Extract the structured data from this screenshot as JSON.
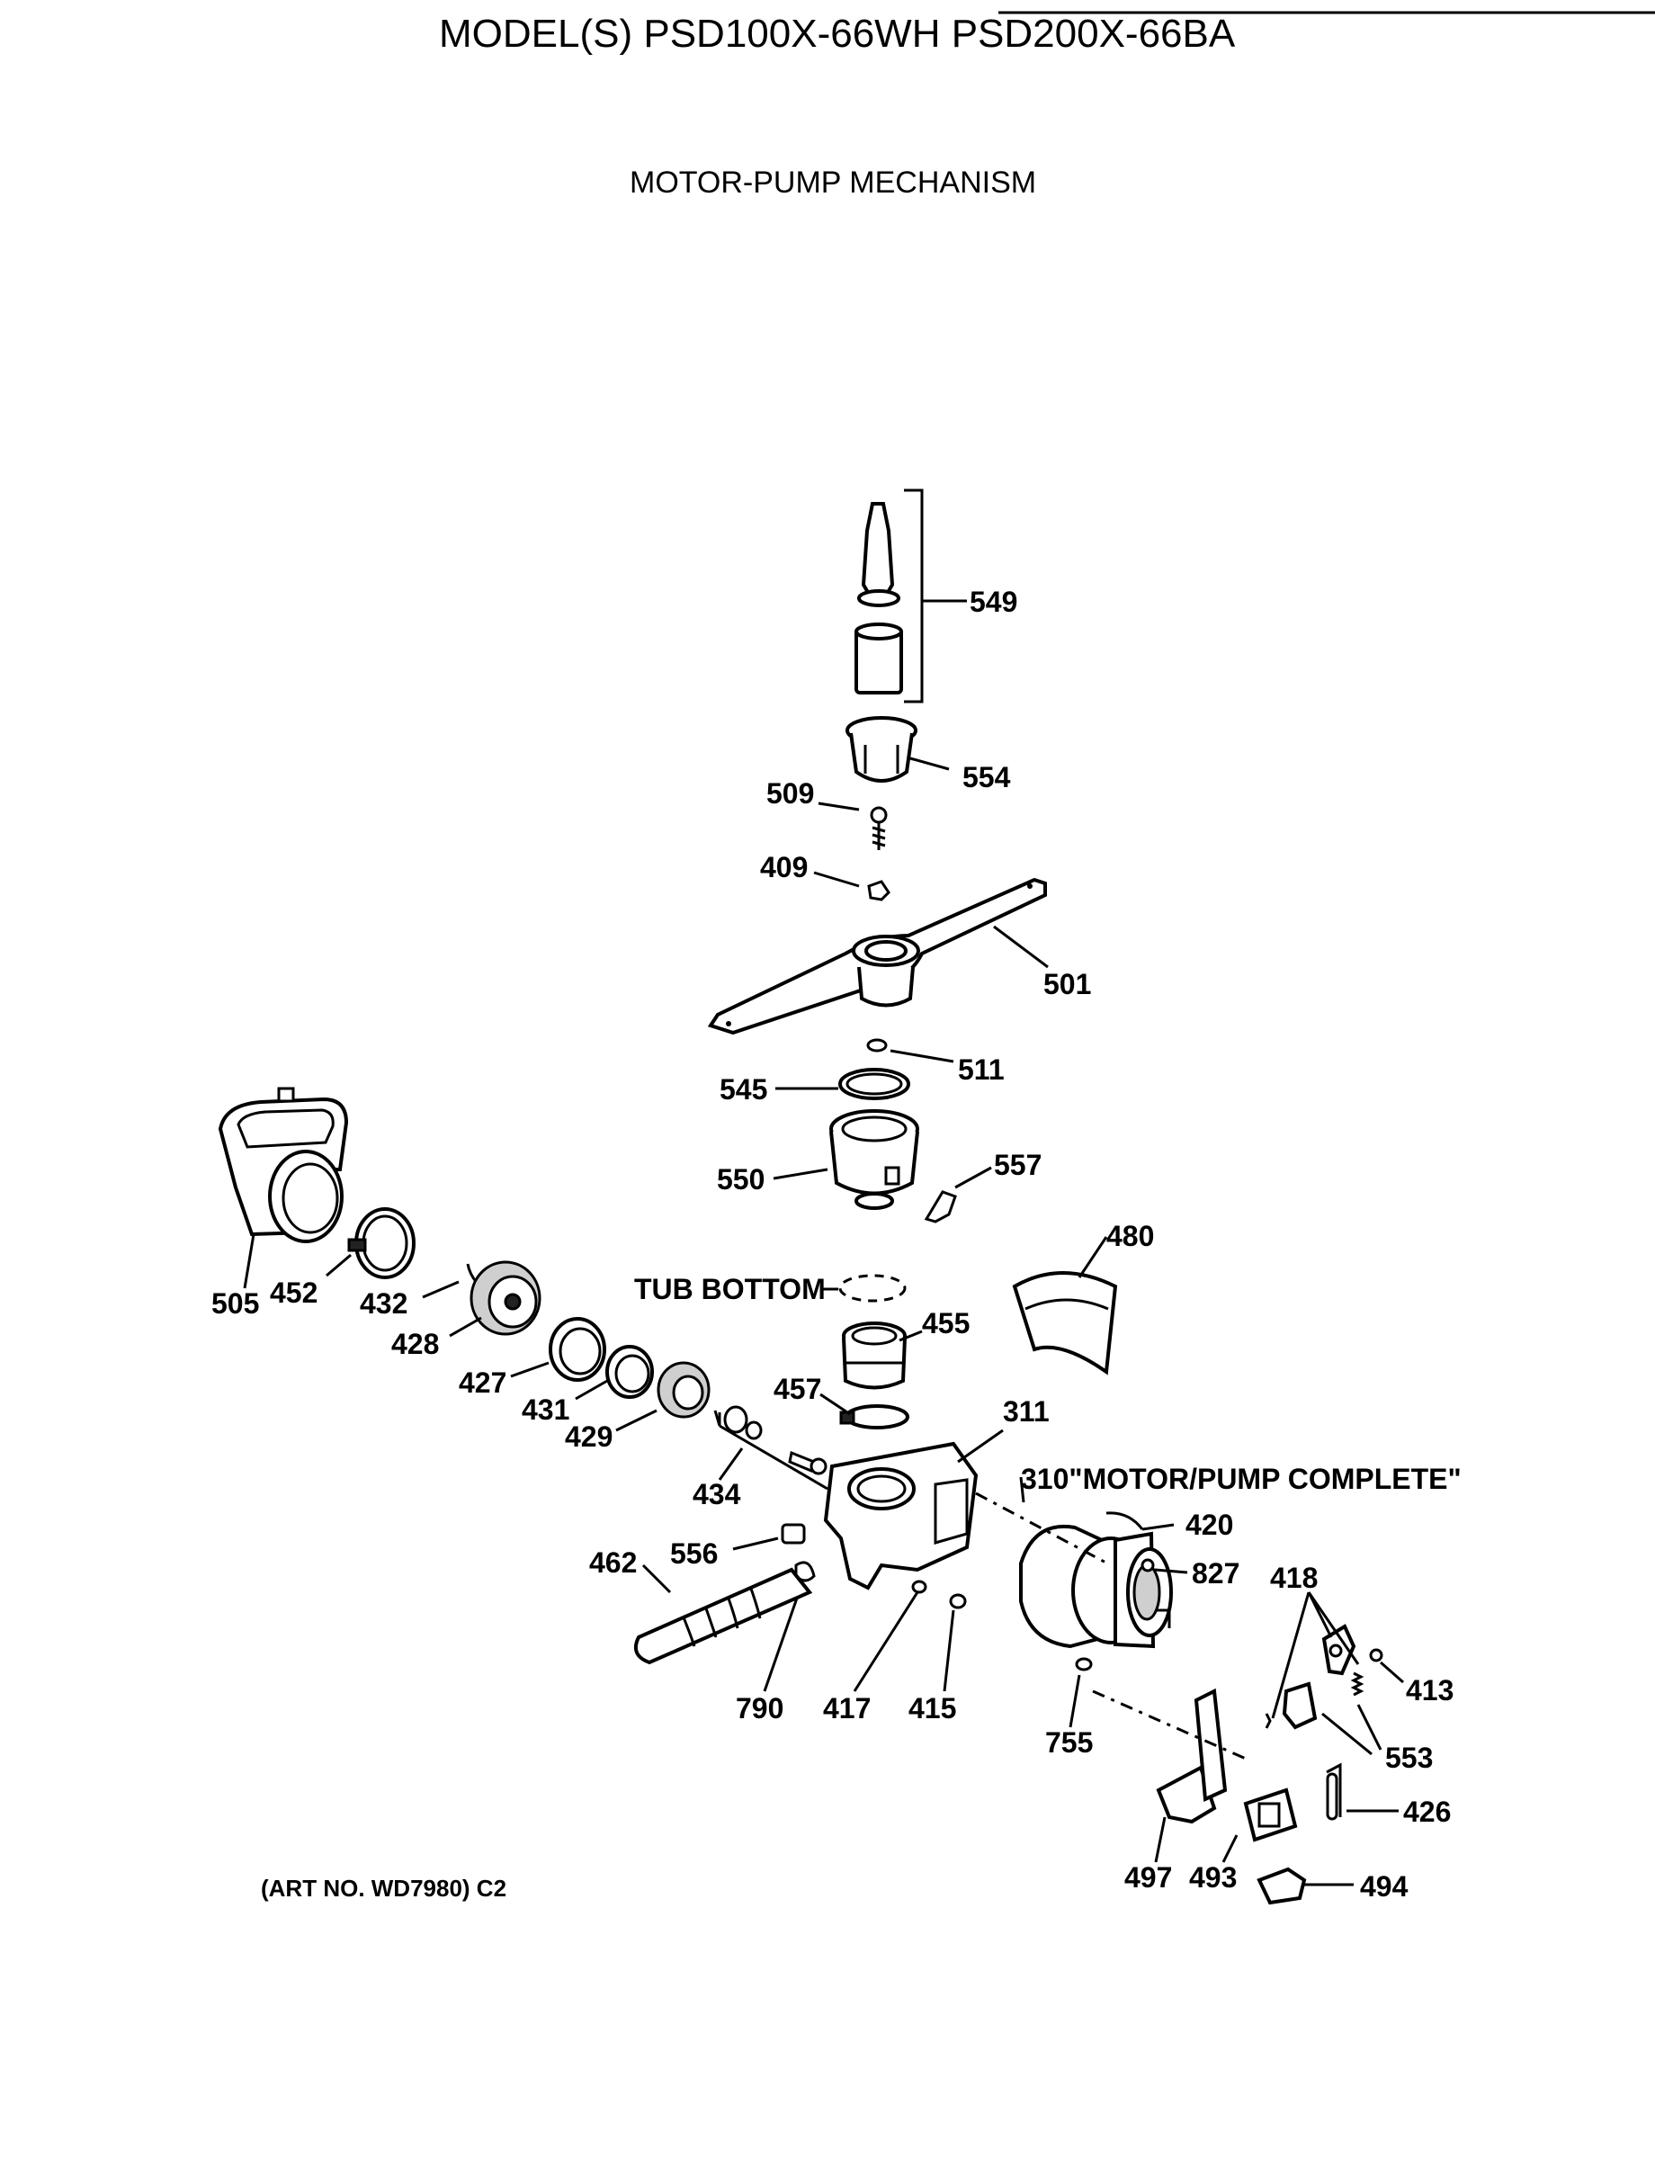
{
  "header": {
    "models": "MODEL(S) PSD100X-66WH  PSD200X-66BA",
    "section": "MOTOR-PUMP MECHANISM"
  },
  "labels": {
    "p549": "549",
    "p554": "554",
    "p509": "509",
    "p409": "409",
    "p501": "501",
    "p511": "511",
    "p545": "545",
    "p550": "550",
    "p557": "557",
    "p480": "480",
    "tub_bottom": "TUB BOTTOM",
    "p455": "455",
    "p457": "457",
    "p311": "311",
    "p310": "310\"MOTOR/PUMP COMPLETE\"",
    "p420": "420",
    "p827": "827",
    "p418": "418",
    "p413": "413",
    "p553": "553",
    "p426": "426",
    "p494": "494",
    "p493": "493",
    "p497": "497",
    "p755": "755",
    "p415": "415",
    "p417": "417",
    "p790": "790",
    "p462": "462",
    "p556": "556",
    "p434": "434",
    "p429": "429",
    "p431": "431",
    "p427": "427",
    "p428": "428",
    "p432": "432",
    "p452": "452",
    "p505": "505"
  },
  "footer": {
    "art_no": "(ART NO. WD7980) C2"
  }
}
